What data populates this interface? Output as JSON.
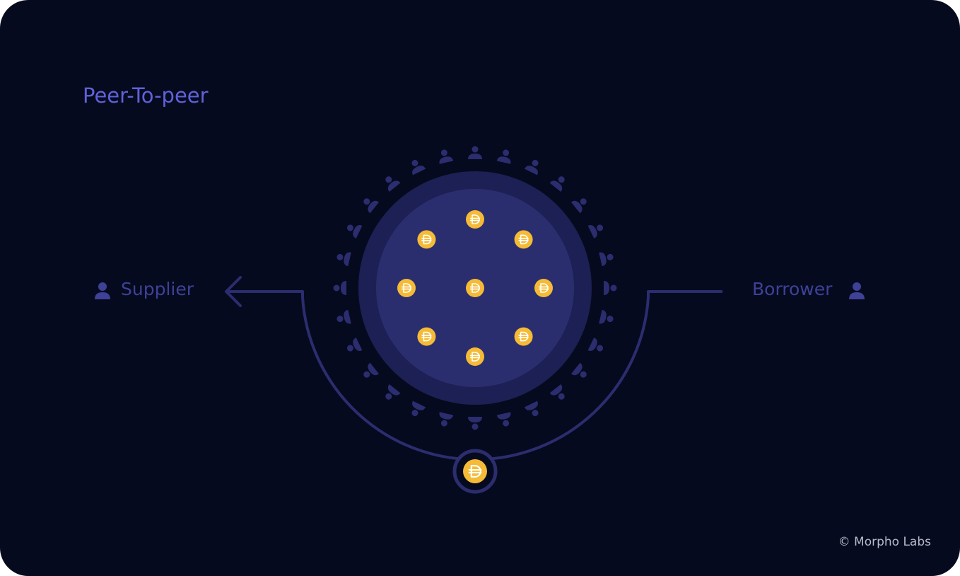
{
  "title": "Peer-To-peer",
  "supplier": {
    "label": "Supplier",
    "icon": "person-icon"
  },
  "borrower": {
    "label": "Borrower",
    "icon": "person-icon"
  },
  "pool": {
    "coin_icon": "dai-coin-icon",
    "coin_count": 9,
    "crowd_icon": "person-icon"
  },
  "transfer_coin_icon": "dai-coin-icon",
  "copyright": "© Morpho Labs",
  "colors": {
    "background": "#050a1f",
    "title": "#5f62d8",
    "label": "#3e4196",
    "line": "#2c2d6e",
    "pool_outer": "#1c2054",
    "pool_inner": "#2b2e6e",
    "coin": "#f5bb36"
  }
}
